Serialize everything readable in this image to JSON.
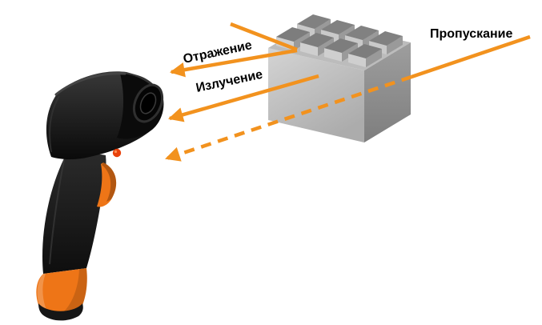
{
  "diagram": {
    "labels": {
      "reflection": "Отражение",
      "emission": "Излучение",
      "transmission": "Пропускание"
    },
    "arrow_color": "#F2921E",
    "device": {
      "accent_color": "#EE7517",
      "logo_dot_color": "#E8420C"
    }
  }
}
